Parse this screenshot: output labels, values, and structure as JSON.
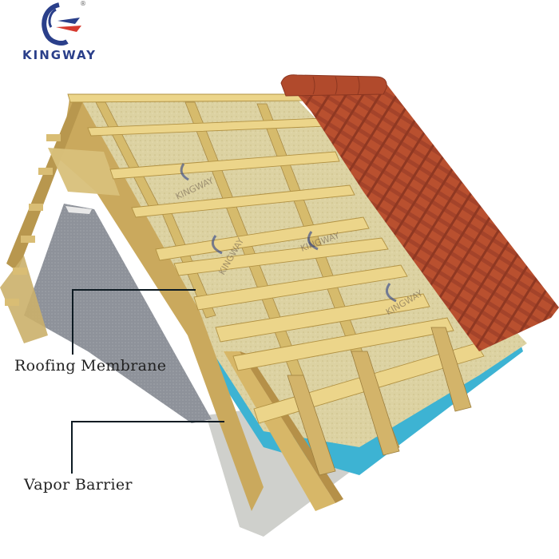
{
  "logo": {
    "brand": "KINGWAY",
    "registered_mark": "®",
    "colors": {
      "primary": "#2a3f8a",
      "accent": "#d63a2f"
    }
  },
  "diagram": {
    "subject": "Pitched roof cross-section with insulation, battens and clay tiles",
    "watermark_text": "KINGWAY",
    "colors": {
      "timber": "#e3cd84",
      "timber_dark": "#b99a52",
      "insulation": "#d9cfa0",
      "membrane_blue": "#38b4d4",
      "gable_grey": "#8c9098",
      "tile_red": "#b24a2e",
      "vapor_grey": "#c8c9c6"
    }
  },
  "callouts": [
    {
      "id": "roofing-membrane",
      "label": "Roofing Membrane"
    },
    {
      "id": "vapor-barrier",
      "label": "Vapor Barrier"
    }
  ]
}
